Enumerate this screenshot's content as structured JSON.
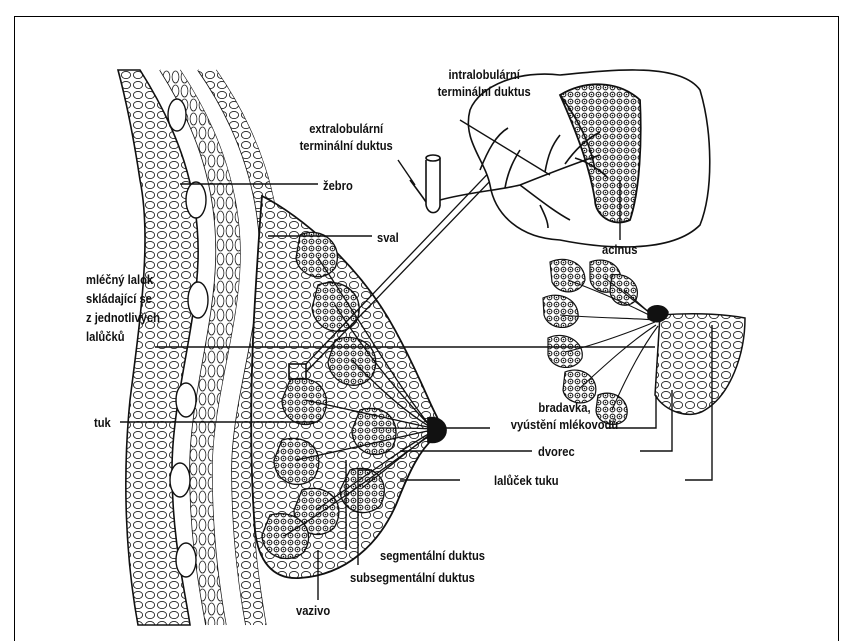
{
  "labels": {
    "intralobular": [
      "intralobulární",
      "terminální duktus"
    ],
    "extralobular": [
      "extralobulární",
      "terminální duktus"
    ],
    "zebro": "žebro",
    "sval": "sval",
    "acinus": "acinus",
    "lalok": [
      "mléčný lalok",
      "skládající se",
      "z jednotlivých",
      "lalůčků"
    ],
    "tuk": "tuk",
    "bradavka": [
      "bradavka,",
      "vyústění mlékovodů"
    ],
    "dvorec": "dvorec",
    "lalucek_tuku": "lalůček tuku",
    "segmentalni": "segmentální duktus",
    "subsegmentalni": "subsegmentální duktus",
    "vazivo": "vazivo"
  },
  "colors": {
    "line": "#111111",
    "background": "#ffffff"
  }
}
